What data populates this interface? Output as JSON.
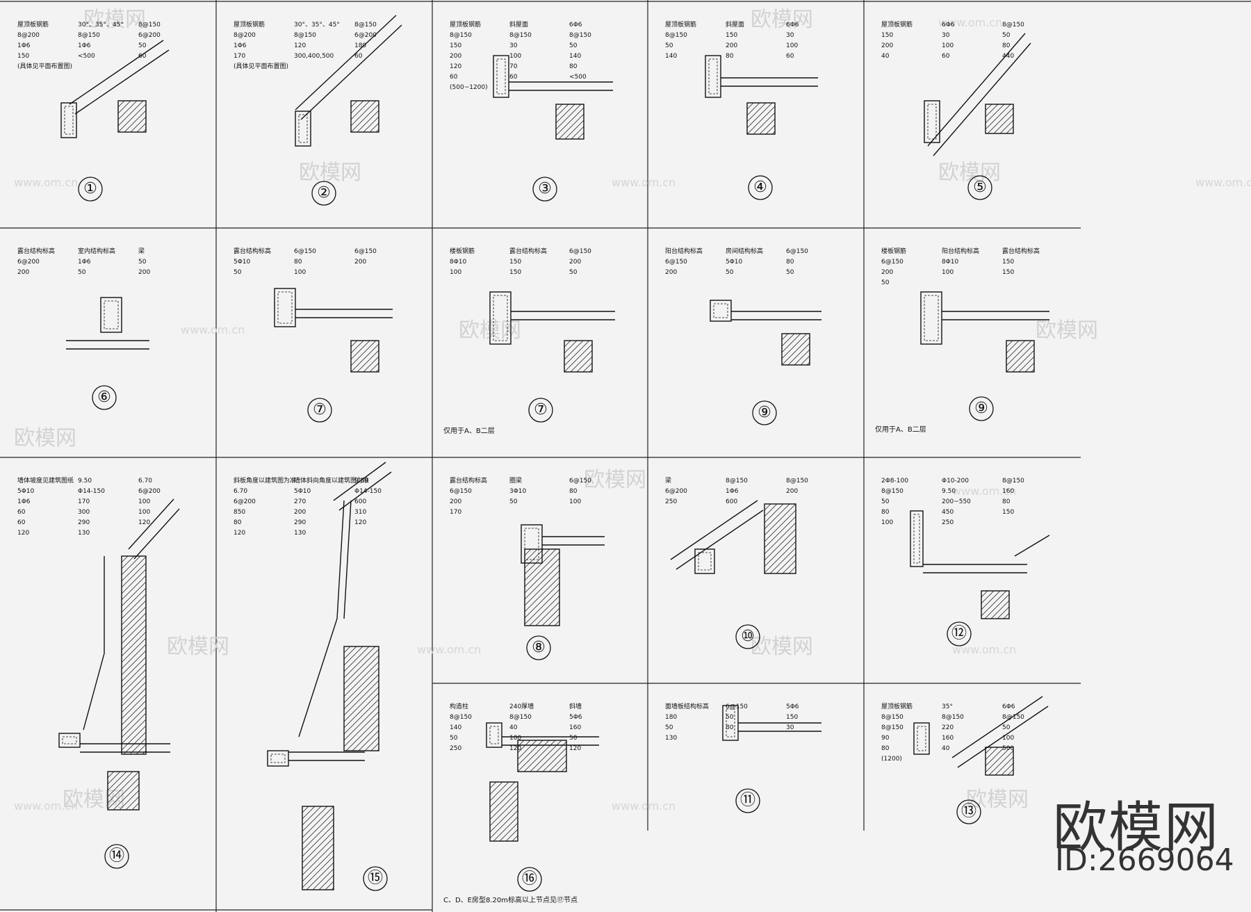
{
  "watermark": {
    "site": "www.om.cn",
    "brand": "欧模网",
    "id": "ID:2669064"
  },
  "details": [
    {
      "num": "①",
      "notes": [
        "屋顶板钢筋",
        "30°、35°、45°",
        "8@150",
        "8@200",
        "8@150",
        "6@200",
        "1Φ6",
        "1Φ6",
        "50",
        "150",
        "<500",
        "60",
        "(具体见平面布置图)"
      ]
    },
    {
      "num": "②",
      "notes": [
        "屋顶板钢筋",
        "30°、35°、45°",
        "8@150",
        "8@200",
        "8@150",
        "6@200",
        "1Φ6",
        "120",
        "180",
        "170",
        "300,400,500",
        "60",
        "(具体见平面布置图)"
      ]
    },
    {
      "num": "③",
      "notes": [
        "屋顶板钢筋",
        "斜屋面",
        "6Φ6",
        "8@150",
        "8@150",
        "8@150",
        "150",
        "30",
        "50",
        "200",
        "100",
        "140",
        "120",
        "70",
        "80",
        "60",
        "60",
        "<500",
        "(500~1200)"
      ]
    },
    {
      "num": "④",
      "notes": [
        "屋顶板钢筋",
        "斜屋面",
        "6Φ6",
        "8@150",
        "150",
        "30",
        "50",
        "200",
        "100",
        "140",
        "80",
        "60"
      ]
    },
    {
      "num": "⑤",
      "notes": [
        "屋顶板钢筋",
        "6Φ6",
        "8@150",
        "150",
        "30",
        "50",
        "200",
        "100",
        "80",
        "40",
        "60",
        "440"
      ]
    },
    {
      "num": "⑥",
      "notes": [
        "露台结构标高",
        "室内结构标高",
        "梁",
        "6@200",
        "1Φ6",
        "50",
        "200",
        "50",
        "200"
      ]
    },
    {
      "num": "⑦",
      "notes": [
        "露台结构标高",
        "6@150",
        "6@150",
        "5Φ10",
        "80",
        "200",
        "50",
        "100"
      ]
    },
    {
      "num": "⑦",
      "notes": [
        "楼板钢筋",
        "露台结构标高",
        "6@150",
        "8Φ10",
        "150",
        "200",
        "100",
        "150",
        "50"
      ],
      "remark": "仅用于A、B二层"
    },
    {
      "num": "⑨",
      "notes": [
        "阳台结构标高",
        "房间结构标高",
        "6@150",
        "6@150",
        "5Φ10",
        "80",
        "200",
        "50",
        "50"
      ]
    },
    {
      "num": "⑨",
      "notes": [
        "楼板钢筋",
        "阳台结构标高",
        "露台结构标高",
        "6@150",
        "8Φ10",
        "150",
        "200",
        "100",
        "150",
        "50"
      ],
      "remark": "仅用于A、B二层"
    },
    {
      "num": "⑭",
      "notes": [
        "墙体坡度见建筑图纸",
        "9.50",
        "6.70",
        "5Φ10",
        "Φ14-150",
        "6@200",
        "1Φ6",
        "170",
        "100",
        "60",
        "300",
        "100",
        "60",
        "290",
        "120",
        "120",
        "130"
      ]
    },
    {
      "num": "⑮",
      "notes": [
        "斜板角度以建筑图为准",
        "墙体斜向角度以建筑图为准",
        "9.50",
        "6.70",
        "5Φ10",
        "Φ14-150",
        "6@200",
        "270",
        "600",
        "850",
        "200",
        "310",
        "80",
        "290",
        "120",
        "120",
        "130"
      ]
    },
    {
      "num": "⑧",
      "notes": [
        "露台结构标高",
        "圈梁",
        "6@150",
        "6@150",
        "3Φ10",
        "80",
        "200",
        "50",
        "100",
        "170"
      ]
    },
    {
      "num": "⑩",
      "notes": [
        "梁",
        "8@150",
        "8@150",
        "6@200",
        "1Φ6",
        "200",
        "250",
        "600"
      ]
    },
    {
      "num": "⑫",
      "notes": [
        "2Φ8-100",
        "Φ10-200",
        "8@150",
        "8@150",
        "9.50",
        "160",
        "50",
        "200~550",
        "80",
        "80",
        "450",
        "150",
        "100",
        "250"
      ]
    },
    {
      "num": "⑯",
      "notes": [
        "构造柱",
        "240厚墙",
        "斜墙",
        "8@150",
        "8@150",
        "5Φ6",
        "140",
        "40",
        "160",
        "50",
        "100",
        "50",
        "250",
        "120",
        "120"
      ],
      "remark": "C、D、E房型8.20m标高以上节点见⑰节点"
    },
    {
      "num": "⑪",
      "notes": [
        "面墙板结构标高",
        "6@150",
        "5Φ6",
        "180",
        "50",
        "150",
        "50",
        "80",
        "30",
        "130"
      ]
    },
    {
      "num": "⑬",
      "notes": [
        "屋顶板钢筋",
        "35°",
        "6Φ6",
        "8@150",
        "8@150",
        "8@150",
        "8@150",
        "220",
        "50",
        "90",
        "160",
        "100",
        "80",
        "40",
        "500",
        "(1200)"
      ]
    }
  ]
}
